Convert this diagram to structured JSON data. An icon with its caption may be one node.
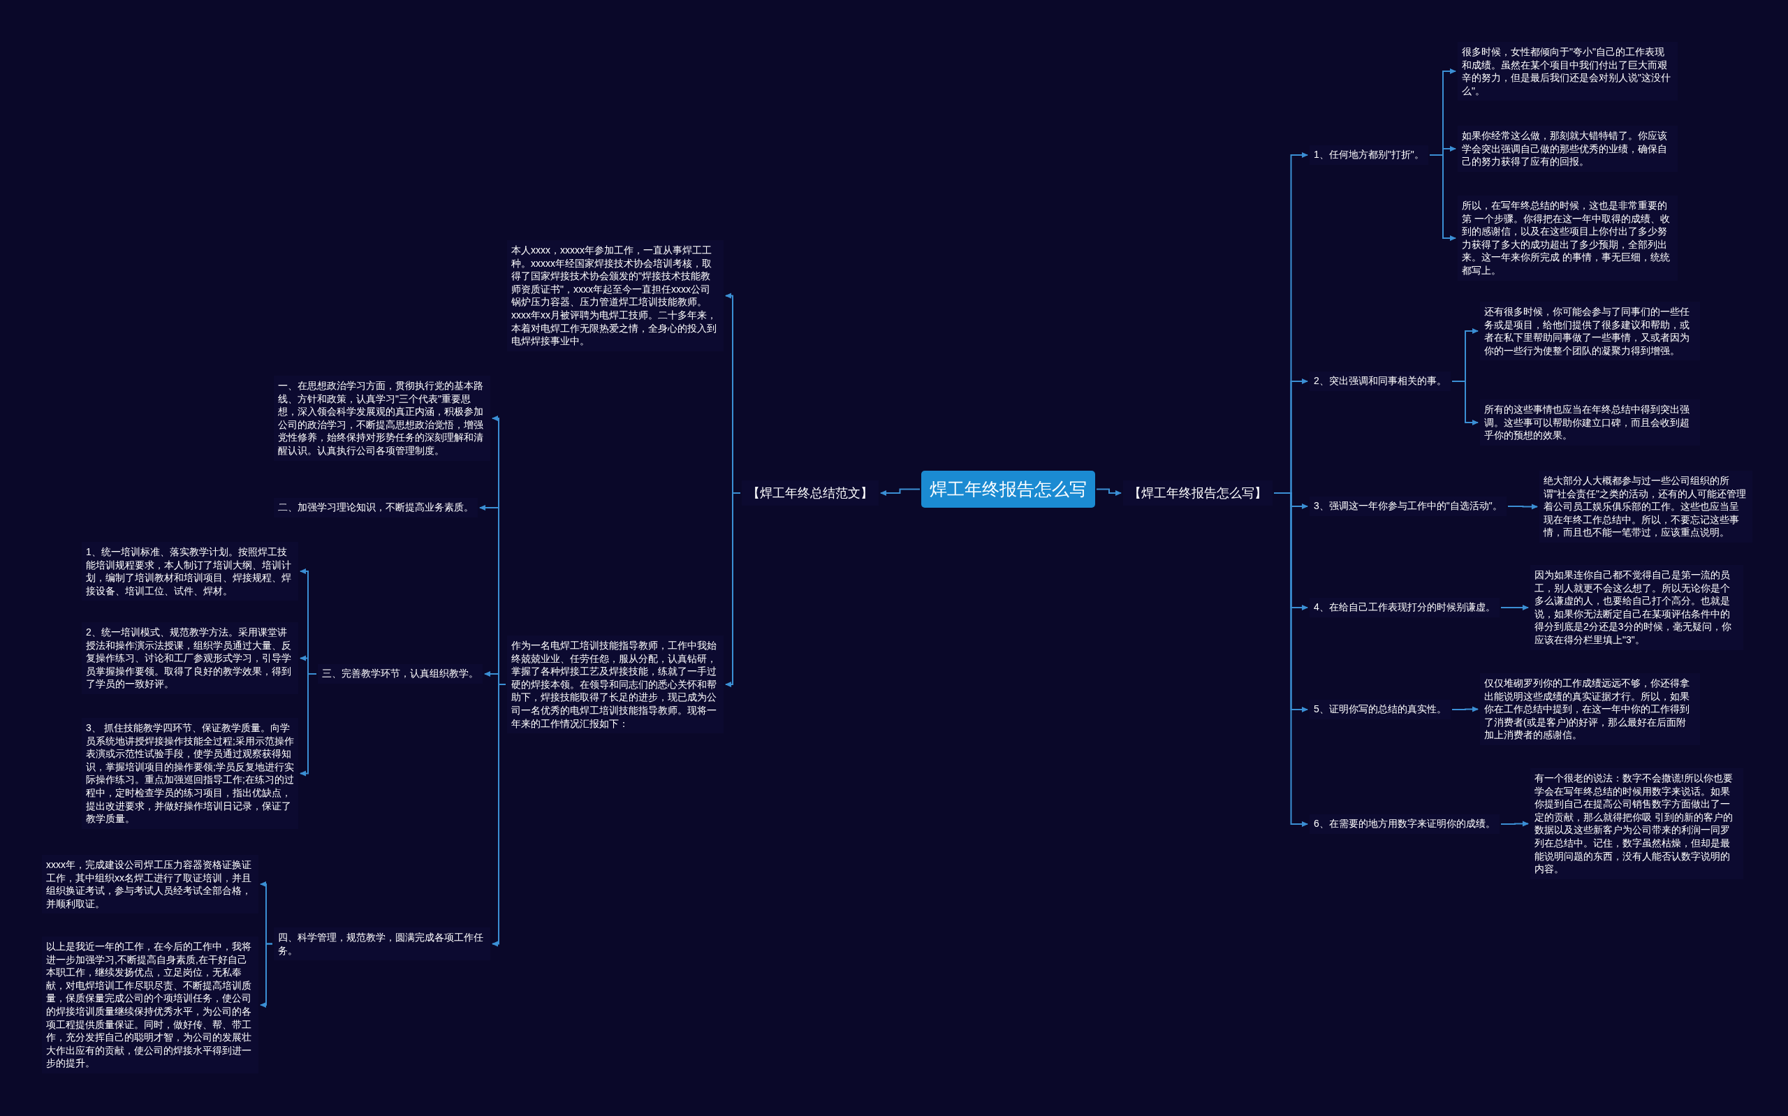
{
  "diagram": {
    "nodes": [
      {
        "text": [
          "焊工年终报告怎么写"
        ]
      },
      {
        "text": [
          "【焊工年终报告怎么写】"
        ]
      },
      {
        "text": [
          "【焊工年终总结范文】"
        ]
      },
      {
        "text": [
          "1、任何地方都别\"打折\"。"
        ]
      },
      {
        "text": [
          "很多时候，女性都倾向于\"夸小\"自己的工作表现和成绩。虽然在某个项目中我们付出了巨大而艰辛的努力，但是最后我们还是会对别人说\"这没什么\"。"
        ]
      },
      {
        "text": [
          "如果你经常这么做，那刻就大错特错了。你应该学会突出强调自己做的那些优秀的业绩，确保自己的努力获得了应有的回报。"
        ]
      },
      {
        "text": [
          "所以，在写年终总结的时候，这也是非常重要的第 一个步骤。你得把在这一年中取得的成绩、收到的感谢信，以及在这些项目上你付出了多少努力获得了多大的成功超出了多少预期，全部列出来。这一年来你所完成 的事情，事无巨细，统统都写上。"
        ]
      },
      {
        "text": [
          "2、突出强调和同事相关的事。"
        ]
      },
      {
        "text": [
          "还有很多时候，你可能会参与了同事们的一些任务或是项目，给他们提供了很多建议和帮助，或者在私下里帮助同事做了一些事情，又或者因为你的一些行为使整个团队的凝聚力得到增强。"
        ]
      },
      {
        "text": [
          "所有的这些事情也应当在年终总结中得到突出强调。这些事可以帮助你建立口碑，而且会收到超乎你的预想的效果。"
        ]
      },
      {
        "text": [
          "3、强调这一年你参与工作中的\"自选活动\"。"
        ]
      },
      {
        "text": [
          "绝大部分人大概都参与过一些公司组织的所谓\"社会责任\"之类的活动，还有的人可能还管理着公司员工娱乐俱乐部的工作。这些也应当呈现在年终工作总结中。所以，不要忘记这些事情，而且也不能一笔带过，应该重点说明。"
        ]
      },
      {
        "text": [
          "4、在给自己工作表现打分的时候别谦虚。"
        ]
      },
      {
        "text": [
          "因为如果连你自己都不觉得自己是第一流的员工，别人就更不会这么想了。所以无论你是个多么谦虚的人，也要给自己打个高分。也就是说，如果你无法断定自己在某项评估条件中的得分到底是2分还是3分的时候，毫无疑问，你应该在得分栏里填上\"3\"。"
        ]
      },
      {
        "text": [
          "5、证明你写的总结的真实性。"
        ]
      },
      {
        "text": [
          "仅仅堆砌罗列你的工作成绩远远不够，你还得拿出能说明这些成绩的真实证据才行。所以，如果你在工作总结中提到，在这一年中你的工作得到了消费者(或是客户)的好评，那么最好在后面附加上消费者的感谢信。"
        ]
      },
      {
        "text": [
          "6、在需要的地方用数字来证明你的成绩。"
        ]
      },
      {
        "text": [
          "有一个很老的说法：数字不会撒谎!所以你也要学会在写年终总结的时候用数字来说话。如果你提到自己在提高公司销售数字方面做出了一定的贡献，那么就得把你吸 引到的新的客户的数据以及这些新客户为公司带来的利润一同罗列在总结中。记住，数字虽然枯燥，但却是最能说明问题的东西，没有人能否认数字说明的内容。"
        ]
      },
      {
        "text": [
          "本人xxxx，xxxxx年参加工作，一直从事焊工工种。xxxxx年经国家焊接技术协会培训考核，取得了国家焊接技术协会颁发的\"焊接技术技能教师资质证书\"，xxxx年起至今一直担任xxxx公司锅炉压力容器、压力管道焊工培训技能教师。xxxx年xx月被评聘为电焊工技师。二十多年来，本着对电焊工作无限热爱之情，全身心的投入到电焊焊接事业中。"
        ]
      },
      {
        "text": [
          "作为一名电焊工培训技能指导教师，工作中我始终兢兢业业、任劳任怨，服从分配，认真钻研，掌握了各种焊接工艺及焊接技能，练就了一手过硬的焊接本领。在领导和同志们的悉心关怀和帮助下，焊接技能取得了长足的进步，现已成为公司一名优秀的电焊工培训技能指导教师。现将一年来的工作情况汇报如下："
        ]
      },
      {
        "text": [
          "一、在思想政治学习方面，贯彻执行党的基本路线、方针和政策，认真学习\"三个代表\"重要思想，深入领会科学发展观的真正内涵，积极参加公司的政治学习，不断提高思想政治觉悟，增强党性修养，始终保持对形势任务的深刻理解和清醒认识。认真执行公司各项管理制度。"
        ]
      },
      {
        "text": [
          "二、加强学习理论知识，不断提高业务素质。"
        ]
      },
      {
        "text": [
          "三、完善教学环节，认真组织教学。"
        ]
      },
      {
        "text": [
          "1、统一培训标准、落实教学计划。按照焊工技能培训规程要求，本人制订了培训大纲、培训计划，编制了培训教材和培训项目、焊接规程、焊接设备、培训工位、试件、焊材。"
        ]
      },
      {
        "text": [
          "2、统一培训模式、规范教学方法。采用课堂讲授法和操作演示法授课，组织学员通过大量、反复操作练习、讨论和工厂参观形式学习，引导学员掌握操作要领。取得了良好的教学效果，得到了学员的一致好评。"
        ]
      },
      {
        "text": [
          "3、 抓住技能教学四环节、保证教学质量。向学员系统地讲授焊接操作技能全过程;采用示范操作表演或示范性试验手段，使学员通过观察获得知识，掌握培训项目的操作要领;学员反复地进行实际操作练习。重点加强巡回指导工作;在练习的过程中，定时检查学员的练习项目，指出优缺点，提出改进要求，并做好操作培训日记录，保证了教学质量。"
        ]
      },
      {
        "text": [
          "四、科学管理，规范教学，圆满完成各项工作任务。"
        ]
      },
      {
        "text": [
          "xxxx年，完成建设公司焊工压力容器资格证换证工作，其中组织xx名焊工进行了取证培训，并且组织换证考试，参与考试人员经考试全部合格，并顺利取证。"
        ]
      },
      {
        "text": [
          "以上是我近一年的工作，在今后的工作中，我将进一步加强学习,不断提高自身素质,在干好自己本职工作，继续发扬优点，立足岗位，无私奉献，对电焊培训工作尽职尽责、不断提高培训质量，保质保量完成公司的个项培训任务，使公司的焊接培训质量继续保持优秀水平，为公司的各项工程提供质量保证。同时，做好传、帮、带工作，充分发挥自己的聪明才智，为公司的发展壮大作出应有的贡献，使公司的焊接水平得到进一步的提升。"
        ]
      }
    ],
    "edges": [
      {
        "from": 0,
        "to": 1,
        "arrow": "to"
      },
      {
        "from": 0,
        "to": 2,
        "arrow": "to"
      },
      {
        "from": 1,
        "to": 3,
        "arrow": "to"
      },
      {
        "from": 1,
        "to": 7,
        "arrow": "to"
      },
      {
        "from": 1,
        "to": 10,
        "arrow": "to"
      },
      {
        "from": 1,
        "to": 12,
        "arrow": "to"
      },
      {
        "from": 1,
        "to": 14,
        "arrow": "to"
      },
      {
        "from": 1,
        "to": 16,
        "arrow": "to"
      },
      {
        "from": 3,
        "to": 4,
        "arrow": "to"
      },
      {
        "from": 3,
        "to": 5,
        "arrow": "to"
      },
      {
        "from": 3,
        "to": 6,
        "arrow": "to"
      },
      {
        "from": 7,
        "to": 8,
        "arrow": "to"
      },
      {
        "from": 7,
        "to": 9,
        "arrow": "to"
      },
      {
        "from": 10,
        "to": 11,
        "arrow": "to"
      },
      {
        "from": 12,
        "to": 13,
        "arrow": "to"
      },
      {
        "from": 14,
        "to": 15,
        "arrow": "to"
      },
      {
        "from": 16,
        "to": 17,
        "arrow": "to"
      },
      {
        "from": 2,
        "to": 18,
        "arrow": "to"
      },
      {
        "from": 2,
        "to": 19,
        "arrow": "to"
      },
      {
        "from": 19,
        "to": 20,
        "arrow": "to"
      },
      {
        "from": 19,
        "to": 21,
        "arrow": "to"
      },
      {
        "from": 19,
        "to": 22,
        "arrow": "to"
      },
      {
        "from": 19,
        "to": 26,
        "arrow": "to"
      },
      {
        "from": 22,
        "to": 23,
        "arrow": "to"
      },
      {
        "from": 22,
        "to": 24,
        "arrow": "to"
      },
      {
        "from": 22,
        "to": 25,
        "arrow": "to"
      },
      {
        "from": 26,
        "to": 27,
        "arrow": "to"
      },
      {
        "from": 26,
        "to": 28,
        "arrow": "to"
      }
    ]
  }
}
